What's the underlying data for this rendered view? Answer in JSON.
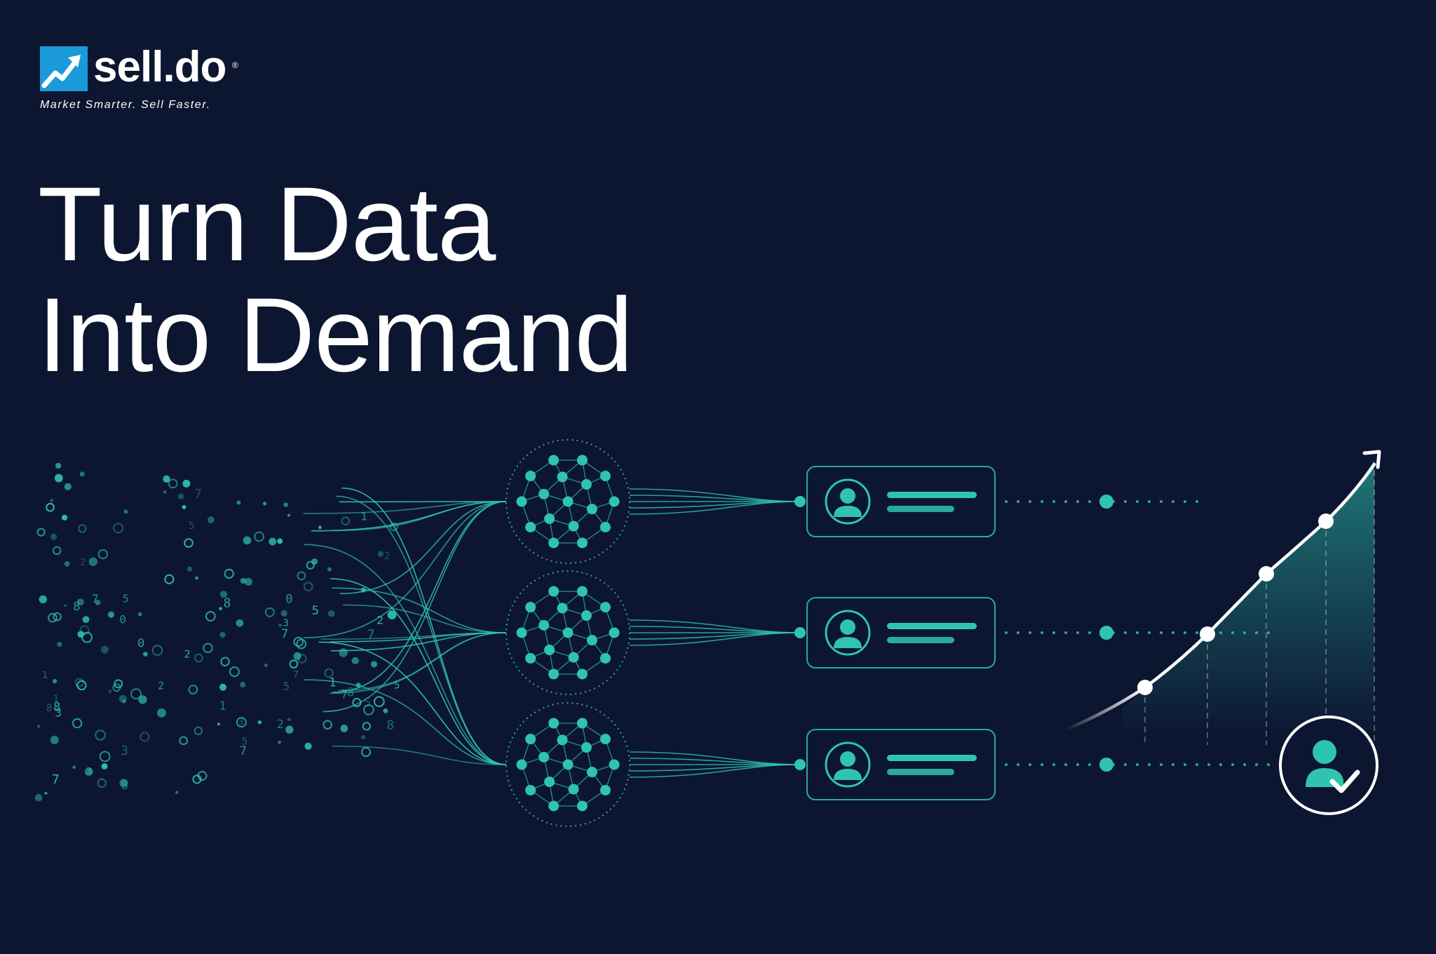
{
  "brand": {
    "name": "sell.do",
    "registered": "®",
    "tagline": "Market Smarter. Sell Faster.",
    "logo_icon": "rising-arrow-icon",
    "logo_color": "#1a9ad8"
  },
  "headline": {
    "line1": "Turn Data",
    "line2": "Into Demand"
  },
  "colors": {
    "background": "#0c1630",
    "accent": "#2fc4b2",
    "text": "#ffffff"
  },
  "icons": {
    "cluster": "network-cluster-icon",
    "profile": "user-profile-icon",
    "verified": "verified-user-icon",
    "growth": "growth-arrow-icon"
  }
}
